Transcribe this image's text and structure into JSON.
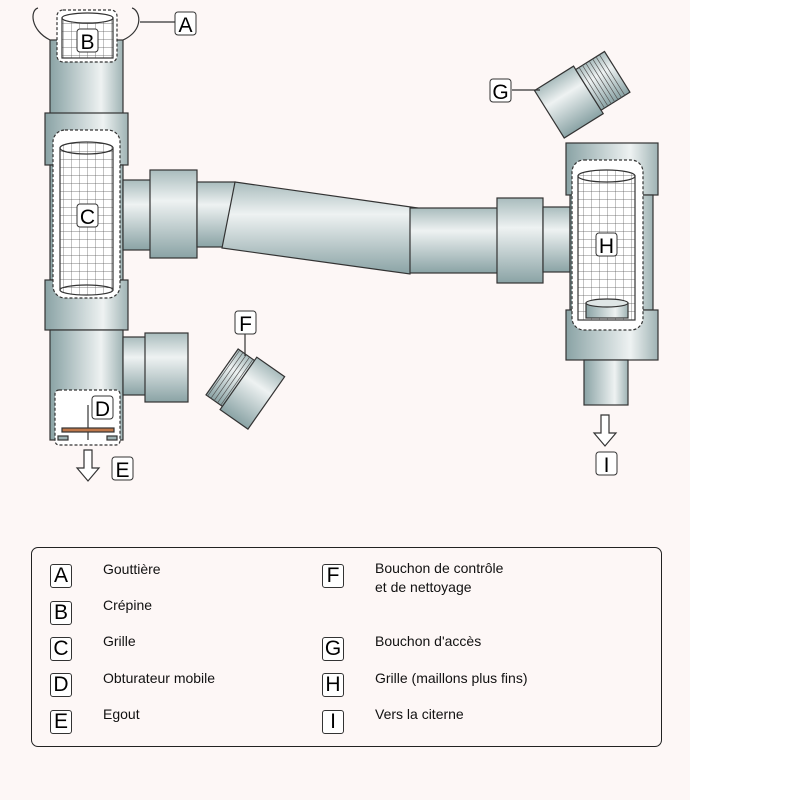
{
  "diagram": {
    "labels": [
      "A",
      "B",
      "C",
      "D",
      "E",
      "F",
      "G",
      "H",
      "I"
    ]
  },
  "legend": {
    "left": [
      {
        "key": "A",
        "text": "Gouttière"
      },
      {
        "key": "B",
        "text": "Crépine"
      },
      {
        "key": "C",
        "text": "Grille"
      },
      {
        "key": "D",
        "text": "Obturateur mobile"
      },
      {
        "key": "E",
        "text": "Egout"
      }
    ],
    "right": [
      {
        "key": "F",
        "text": "Bouchon de contrôle",
        "text2": "et de nettoyage"
      },
      {
        "key": "G",
        "text": "Bouchon d'accès"
      },
      {
        "key": "H",
        "text": "Grille (maillons plus fins)"
      },
      {
        "key": "I",
        "text": "Vers la citerne"
      }
    ]
  },
  "colors": {
    "pipe_dark": "#8aa3a5",
    "pipe_light": "#eef2f2",
    "plate": "#c0784a",
    "background": "#fdf7f6"
  }
}
